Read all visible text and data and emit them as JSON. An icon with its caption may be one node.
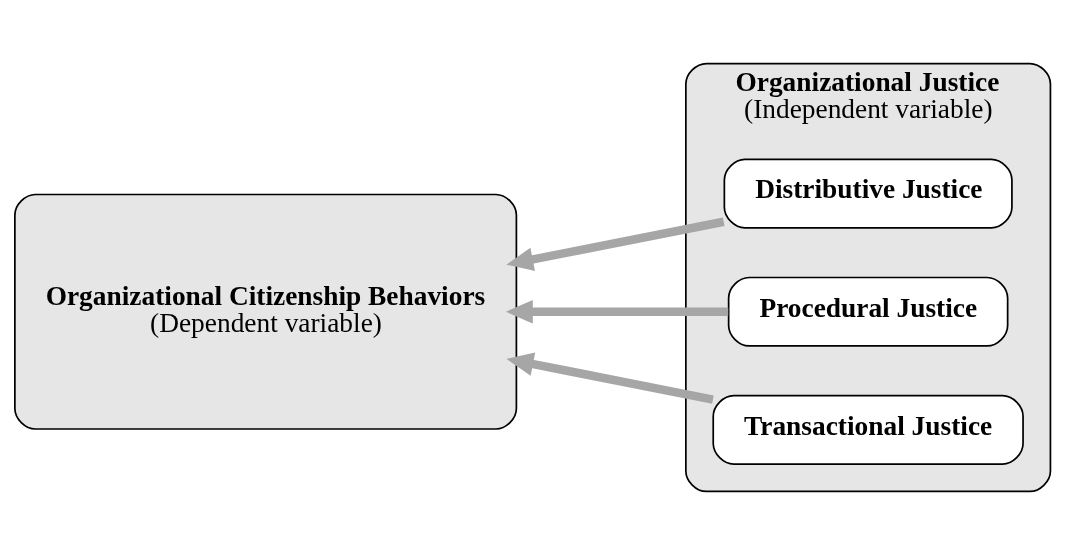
{
  "diagram": {
    "nodes": [
      {
        "text": [
          "Organizational Citizenship Behaviors",
          "(Dependent variable)"
        ]
      },
      {
        "text": [
          "Organizational Justice",
          "(Independent variable)"
        ]
      },
      {
        "text": [
          "Distributive Justice"
        ],
        "in": 1
      },
      {
        "text": [
          "Procedural Justice"
        ],
        "in": 1
      },
      {
        "text": [
          "Transactional Justice"
        ],
        "in": 1
      }
    ],
    "edges": [
      {
        "from": 2,
        "to": 0,
        "arrow": "to"
      },
      {
        "from": 3,
        "to": 0,
        "arrow": "to"
      },
      {
        "from": 4,
        "to": 0,
        "arrow": "to"
      }
    ]
  }
}
